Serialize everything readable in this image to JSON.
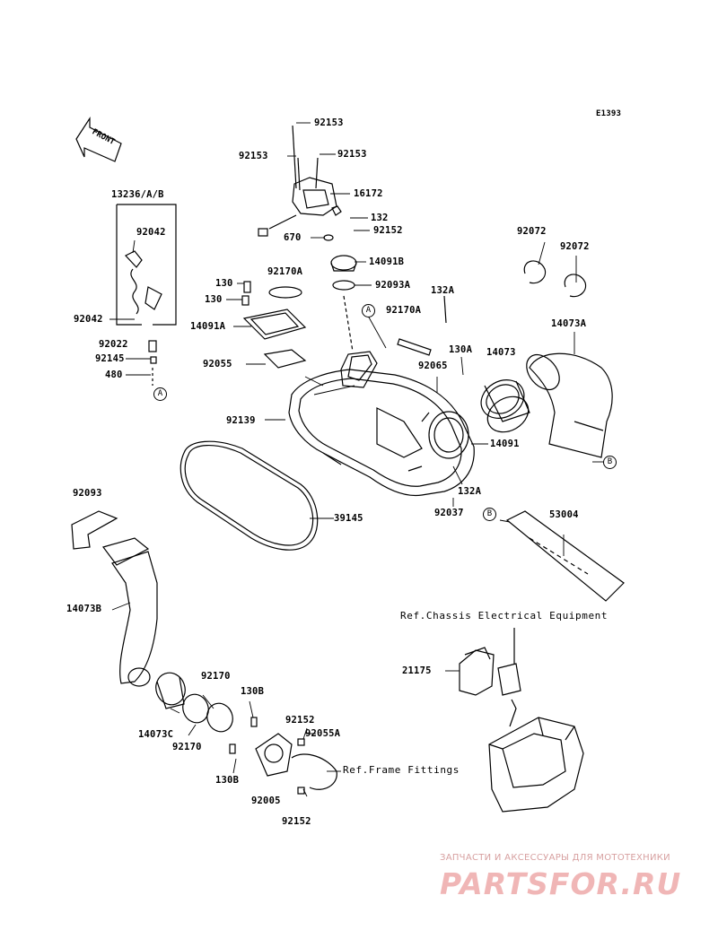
{
  "figure_code": "E1393",
  "front_marker": "FRONT",
  "callouts": {
    "a": "A",
    "b": "B"
  },
  "parts": {
    "p92153_top": "92153",
    "p92153_left": "92153",
    "p92153_right": "92153",
    "p16172": "16172",
    "p132": "132",
    "p670": "670",
    "p92152_upper": "92152",
    "p14091B": "14091B",
    "p92170A_upper": "92170A",
    "p130_a": "130",
    "p130_b": "130",
    "p92093A": "92093A",
    "p132A_upper": "132A",
    "p14091A": "14091A",
    "p92170A_mid": "92170A",
    "p92055": "92055",
    "p130A": "130A",
    "p92065": "92065",
    "p14073": "14073",
    "p92072_a": "92072",
    "p92072_b": "92072",
    "p14073A": "14073A",
    "p13236": "13236/A/B",
    "p92042_a": "92042",
    "p92042_b": "92042",
    "p92022": "92022",
    "p92145": "92145",
    "p480": "480",
    "p92139": "92139",
    "p14091": "14091",
    "p132A_lower": "132A",
    "p92037": "92037",
    "p39145": "39145",
    "p92093": "92093",
    "p53004": "53004",
    "p14073B": "14073B",
    "p92170_a": "92170",
    "p92170_b": "92170",
    "p14073C": "14073C",
    "p130B_a": "130B",
    "p130B_b": "130B",
    "p92152_a": "92152",
    "p92152_b": "92152",
    "p92055A": "92055A",
    "p92005": "92005",
    "p21175": "21175"
  },
  "references": {
    "chassis": "Ref.Chassis Electrical Equipment",
    "frame": "Ref.Frame Fittings"
  },
  "watermark": {
    "tagline": "ЗАПЧАСТИ И АКСЕССУАРЫ ДЛЯ МОТОТЕХНИКИ",
    "logo": "PARTSFOR.RU"
  }
}
